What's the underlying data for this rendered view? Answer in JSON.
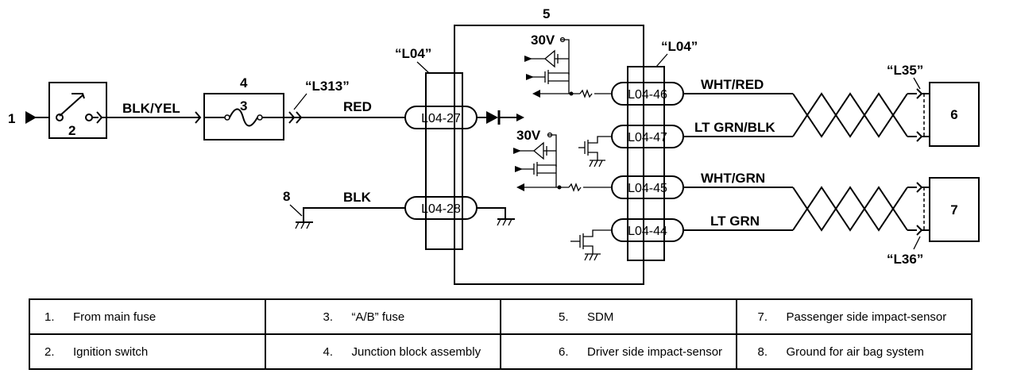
{
  "callouts": {
    "c1": "1",
    "c2": "2",
    "c3": "3",
    "c4": "4",
    "c5": "5",
    "c6": "6",
    "c7": "7",
    "c8": "8"
  },
  "connector_refs": {
    "l04_left": "“L04”",
    "l04_right": "“L04”",
    "l313": "“L313”",
    "l35": "“L35”",
    "l36": "“L36”"
  },
  "wires": {
    "blk_yel": "BLK/YEL",
    "red": "RED",
    "blk": "BLK",
    "wht_red": "WHT/RED",
    "lt_grn_blk": "LT GRN/BLK",
    "wht_grn": "WHT/GRN",
    "lt_grn": "LT GRN"
  },
  "terminals": {
    "t27": "L04-27",
    "t28": "L04-28",
    "t46": "L04-46",
    "t47": "L04-47",
    "t45": "L04-45",
    "t44": "L04-44"
  },
  "voltages": {
    "v_upper": "30V",
    "v_lower": "30V"
  },
  "legend": {
    "rows": [
      [
        {
          "num": "1.",
          "text": "From main fuse"
        },
        {
          "num": "3.",
          "text": "“A/B” fuse"
        },
        {
          "num": "5.",
          "text": "SDM"
        },
        {
          "num": "7.",
          "text": "Passenger side impact-sensor"
        }
      ],
      [
        {
          "num": "2.",
          "text": "Ignition switch"
        },
        {
          "num": "4.",
          "text": "Junction block assembly"
        },
        {
          "num": "6.",
          "text": "Driver side impact-sensor"
        },
        {
          "num": "8.",
          "text": "Ground for air bag system"
        }
      ]
    ]
  }
}
